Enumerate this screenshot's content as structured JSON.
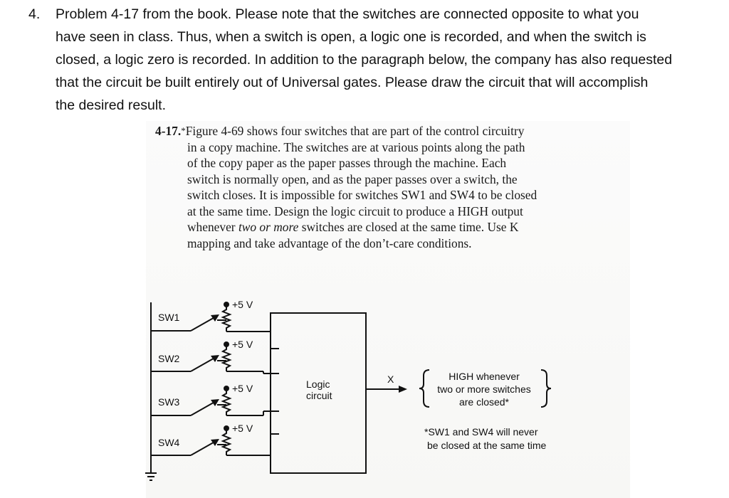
{
  "problem": {
    "number": "4.",
    "lines": [
      "Problem 4-17 from the book. Please note that the switches are connected opposite to what you",
      "have seen in class. Thus, when a switch is open, a logic one is recorded, and when the switch is",
      "closed, a logic zero is recorded. In addition to the paragraph below, the company has also requested",
      "that the circuit be built entirely out of Universal gates. Please draw the circuit that will accomplish",
      "the desired result."
    ]
  },
  "book": {
    "label": "4-17.",
    "lines": [
      "Figure 4-69 shows four switches that are part of the control circuitry",
      "in a copy machine. The switches are at various points along the path",
      "of the copy paper as the paper passes through the machine. Each",
      "switch is normally open, and as the paper passes over a switch, the",
      "switch closes. It is impossible for switches SW1 and SW4 to be closed",
      "at the same time. Design the logic circuit to produce a HIGH output",
      "whenever",
      "two or more",
      "switches are closed at the same time. Use K",
      "mapping and take advantage of the don’t-care conditions."
    ]
  },
  "figure": {
    "switches": [
      "SW1",
      "SW2",
      "SW3",
      "SW4"
    ],
    "supply_label": "+5 V",
    "block_label_1": "Logic",
    "block_label_2": "circuit",
    "output_label": "X",
    "note_1": [
      "HIGH whenever",
      "two or more switches",
      "are closed*"
    ],
    "note_2": [
      "*SW1 and SW4 will never",
      "be closed at the same time"
    ]
  }
}
